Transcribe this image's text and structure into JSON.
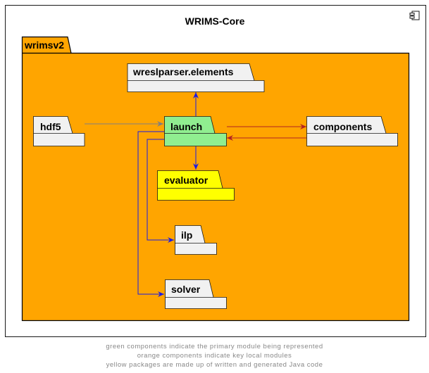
{
  "component": {
    "title": "WRIMS-Core",
    "icon": "component-icon"
  },
  "package": {
    "label": "wrimsv2",
    "color": "#FFA500"
  },
  "nodes": {
    "wreslparser": {
      "label": "wreslparser.elements",
      "color": "#F1F1F1"
    },
    "hdf5": {
      "label": "hdf5",
      "color": "#F1F1F1"
    },
    "launch": {
      "label": "launch",
      "color": "#90EE90"
    },
    "components": {
      "label": "components",
      "color": "#F1F1F1"
    },
    "evaluator": {
      "label": "evaluator",
      "color": "#FFFF00"
    },
    "ilp": {
      "label": "ilp",
      "color": "#F1F1F1"
    },
    "solver": {
      "label": "solver",
      "color": "#F1F1F1"
    }
  },
  "edge_colors": {
    "blue": "#1A1AE6",
    "red": "#B22222",
    "gray": "#808080"
  },
  "legend": {
    "line1": "green components indicate the primary module being represented",
    "line2": "orange components indicate key local modules",
    "line3": "yellow packages are made up of written and generated Java code"
  }
}
